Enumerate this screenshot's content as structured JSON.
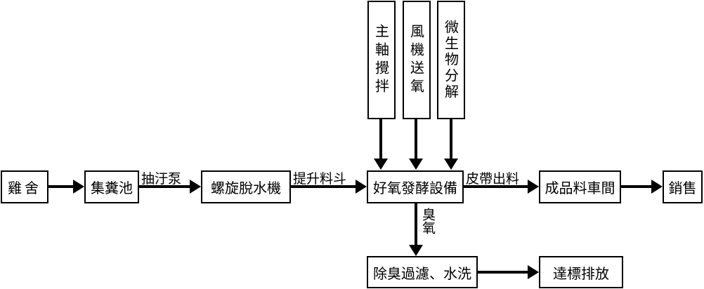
{
  "nodes": {
    "chicken_house": "雞舍",
    "manure_pit": "集糞池",
    "screw_dewaterer": "螺旋脫水機",
    "aerobic_fermenter": "好氧發酵設備",
    "finished_product_workshop": "成品料車間",
    "sales": "銷售",
    "spindle_stirring": "主軸攪拌",
    "fan_aeration": "風機送氧",
    "microbial_decomposition": "微生物分解",
    "deodorize_filter_wash": "除臭過濾、水洗",
    "compliant_discharge": "達標排放"
  },
  "edge_labels": {
    "sewage_pump": "抽汙泵",
    "lift_hopper": "提升料斗",
    "belt_output": "皮帶出料",
    "odor_gas": "臭氧"
  }
}
